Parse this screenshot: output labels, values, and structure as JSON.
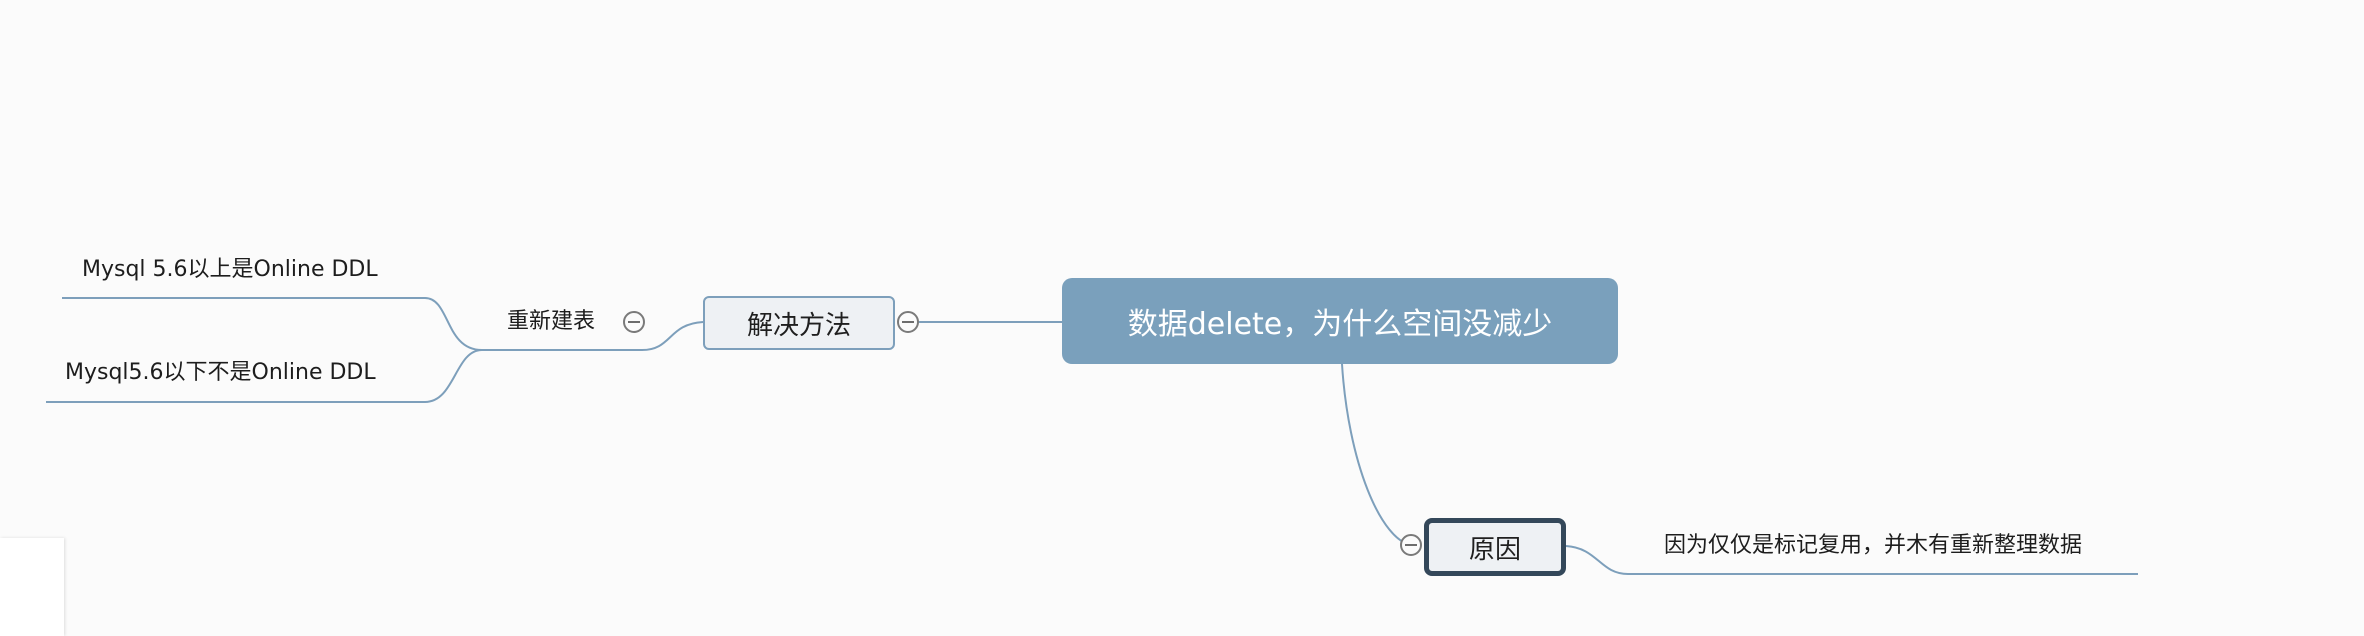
{
  "mindmap": {
    "root": {
      "label": "数据delete，为什么空间没减少"
    },
    "branches": [
      {
        "label": "解决方法",
        "children": [
          {
            "label": "重新建表",
            "children": [
              {
                "label": "Mysql 5.6以上是Online DDL"
              },
              {
                "label": "Mysql5.6以下不是Online DDL"
              }
            ]
          }
        ]
      },
      {
        "label": "原因",
        "children": [
          {
            "label": "因为仅仅是标记复用，并木有重新整理数据"
          }
        ]
      }
    ],
    "colors": {
      "background": "#fbfbfb",
      "root_fill": "#7aa0bc",
      "root_text": "#ffffff",
      "topic_fill": "#eef1f4",
      "topic_border": "#7d9fbb",
      "selected_border": "#34485a",
      "connector": "#7d9fbb"
    },
    "selected_topic": "原因"
  }
}
